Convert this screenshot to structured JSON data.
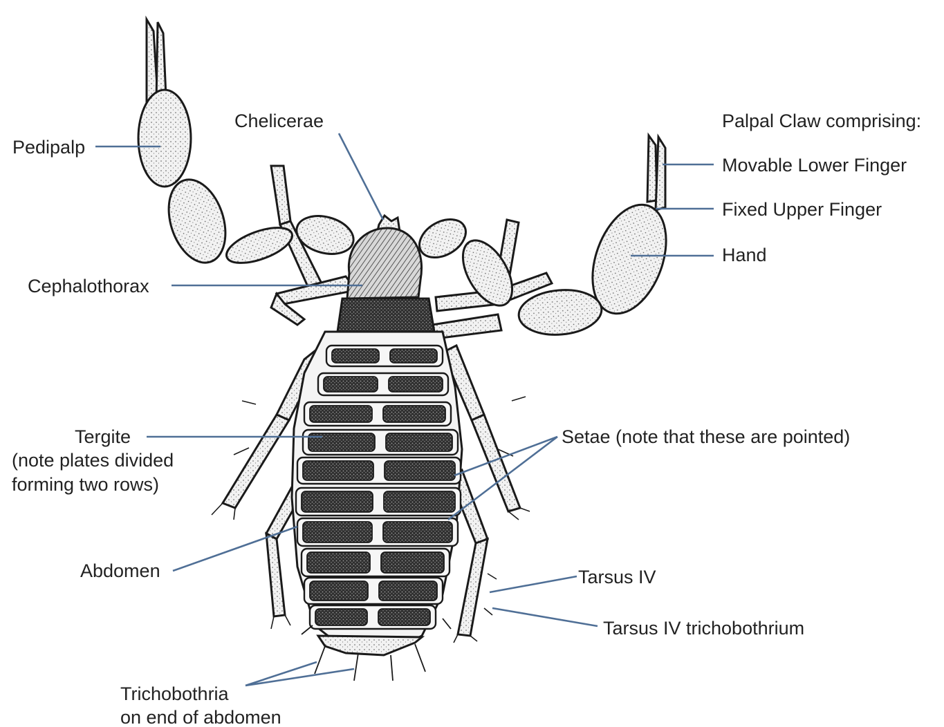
{
  "labels": {
    "pedipalp": "Pedipalp",
    "chelicerae": "Chelicerae",
    "palpal_claw": "Palpal Claw comprising:",
    "movable_finger": "Movable Lower Finger",
    "fixed_finger": "Fixed Upper Finger",
    "hand": "Hand",
    "cephalothorax": "Cephalothorax",
    "tergite": "Tergite",
    "tergite_note_1": "(note plates divided",
    "tergite_note_2": "forming two rows)",
    "setae": "Setae (note that these are pointed)",
    "abdomen": "Abdomen",
    "tarsus_iv": "Tarsus IV",
    "tarsus_iv_trichobothrium": "Tarsus IV trichobothrium",
    "trichobothria_1": "Trichobothria",
    "trichobothria_2": "on end of abdomen"
  },
  "colors": {
    "leader": "#4f6f96",
    "ink": "#1a1a1a",
    "segment_fill": "#eeeeee",
    "plate_fill": "#3a3a3a",
    "text": "#222222"
  }
}
